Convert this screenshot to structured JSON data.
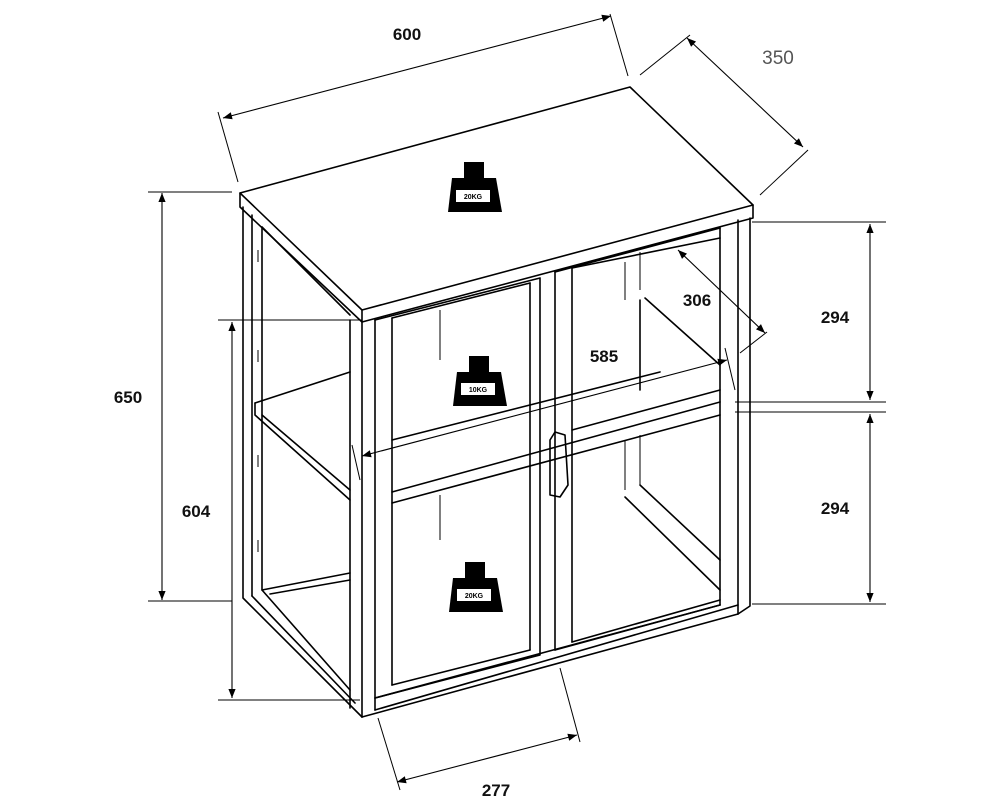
{
  "dimensions": {
    "width": "600",
    "depth": "350",
    "height": "650",
    "inner_height": "604",
    "inner_depth": "306",
    "shelf_width": "585",
    "upper_compartment": "294",
    "lower_compartment": "294",
    "door_width": "277"
  },
  "load_labels": {
    "top": "20KG",
    "shelf": "10KG",
    "bottom": "20KG"
  },
  "colors": {
    "line": "#000000",
    "background": "#ffffff",
    "depth_label": "#555555"
  }
}
